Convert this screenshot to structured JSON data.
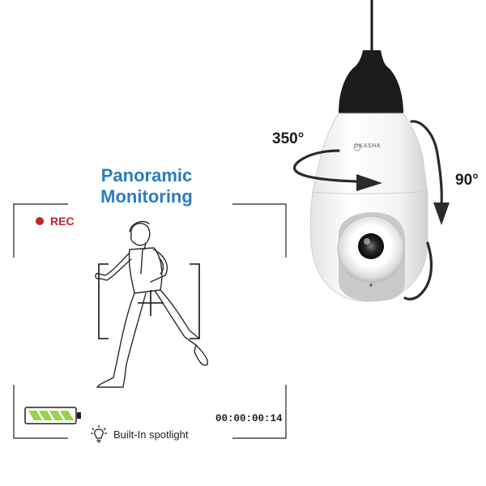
{
  "headline": {
    "line1": "Panoramic",
    "line2": "Monitoring"
  },
  "recorder": {
    "rec_label": "REC",
    "timecode": "00:00:00:14",
    "spotlight_label": "Built-In spotlight"
  },
  "camera": {
    "brand": "OKASHA",
    "pan_degrees": "350°",
    "tilt_degrees": "90°"
  },
  "colors": {
    "accent_blue": "#2a7bc0",
    "rec_red": "#c0252b",
    "battery_green": "#9ad04a"
  },
  "icons": [
    "battery-icon",
    "lightbulb-icon",
    "rec-dot-icon",
    "pan-arrow-icon",
    "tilt-arrow-icon"
  ]
}
